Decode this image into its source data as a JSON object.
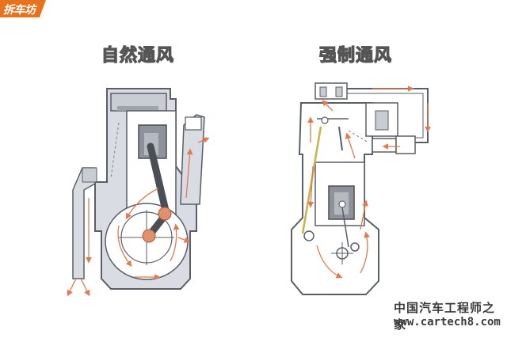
{
  "logo": {
    "text": "拆车坊",
    "color": "#e8731f"
  },
  "titles": {
    "left": "自然通风",
    "right": "强制通风"
  },
  "watermark": {
    "line1": "中国汽车工程师之家",
    "line2": "www.cartech8.com"
  },
  "colors": {
    "engine_fill": "#d9dce2",
    "engine_stroke": "#5a5e66",
    "airflow_arrow": "#e07a50",
    "conrod": "#4a4e55",
    "pin": "#e0906a",
    "pushrod": "#c9b24a"
  }
}
